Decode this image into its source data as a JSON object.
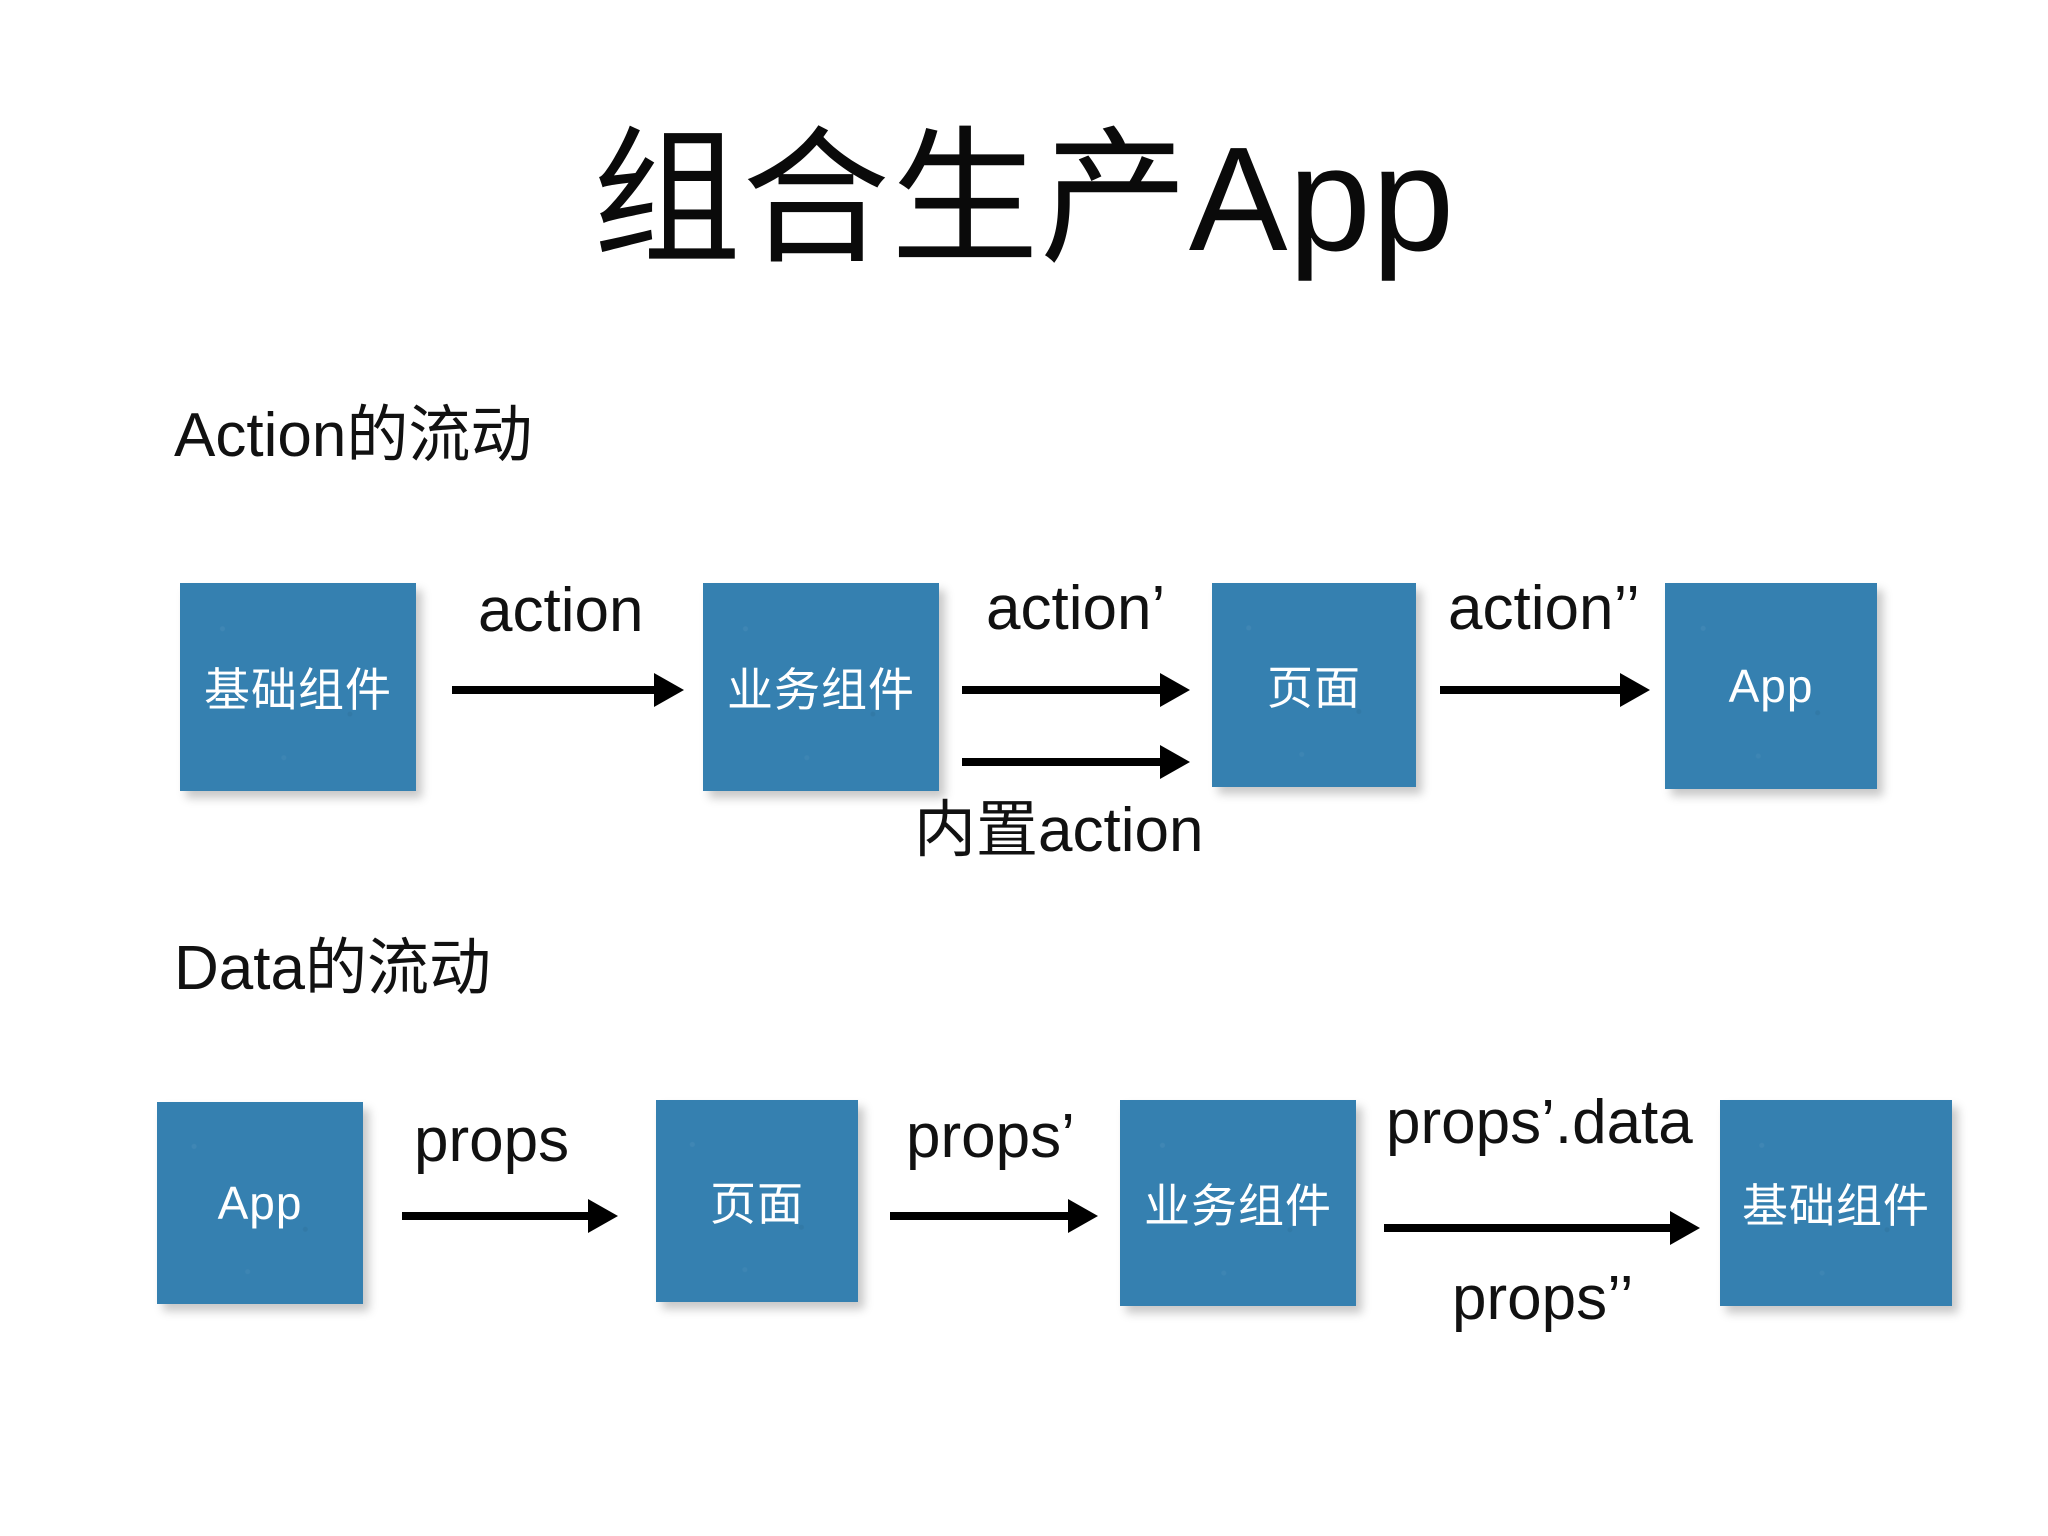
{
  "slide": {
    "title": "组合生产App",
    "background_color": "#ffffff",
    "box_color": "#3580b0",
    "box_text_color": "#ffffff",
    "arrow_color": "#000000",
    "text_color": "#111111"
  },
  "sections": [
    {
      "id": "action-flow",
      "heading": "Action的流动",
      "boxes": [
        {
          "id": "a-box-1",
          "label": "基础组件"
        },
        {
          "id": "a-box-2",
          "label": "业务组件"
        },
        {
          "id": "a-box-3",
          "label": "页面"
        },
        {
          "id": "a-box-4",
          "label": "App"
        }
      ],
      "edges": [
        {
          "id": "a-edge-1",
          "from": "基础组件",
          "to": "业务组件",
          "label_above": "action",
          "label_below": ""
        },
        {
          "id": "a-edge-2",
          "from": "业务组件",
          "to": "页面",
          "label_above": "action’",
          "label_below": "内置action"
        },
        {
          "id": "a-edge-3",
          "from": "页面",
          "to": "App",
          "label_above": "action’’",
          "label_below": ""
        }
      ]
    },
    {
      "id": "data-flow",
      "heading": "Data的流动",
      "boxes": [
        {
          "id": "d-box-1",
          "label": "App"
        },
        {
          "id": "d-box-2",
          "label": "页面"
        },
        {
          "id": "d-box-3",
          "label": "业务组件"
        },
        {
          "id": "d-box-4",
          "label": "基础组件"
        }
      ],
      "edges": [
        {
          "id": "d-edge-1",
          "from": "App",
          "to": "页面",
          "label_above": "props",
          "label_below": ""
        },
        {
          "id": "d-edge-2",
          "from": "页面",
          "to": "业务组件",
          "label_above": "props’",
          "label_below": ""
        },
        {
          "id": "d-edge-3",
          "from": "业务组件",
          "to": "基础组件",
          "label_above": "props’.data",
          "label_below": "props’’"
        }
      ]
    }
  ]
}
